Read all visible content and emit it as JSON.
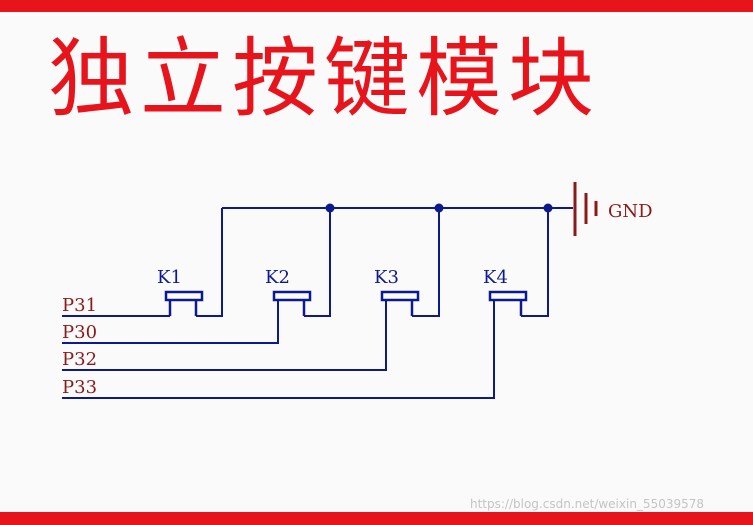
{
  "title": "独立按键模块",
  "ground": {
    "label": "GND"
  },
  "switches": [
    {
      "label": "K1"
    },
    {
      "label": "K2"
    },
    {
      "label": "K3"
    },
    {
      "label": "K4"
    }
  ],
  "nets": [
    {
      "label": "P31"
    },
    {
      "label": "P30"
    },
    {
      "label": "P32"
    },
    {
      "label": "P33"
    }
  ],
  "watermark": "https://blog.csdn.net/weixin_55039578",
  "colors": {
    "border": "#e8141c",
    "title": "#e8141c",
    "wire": "#0d1a8c",
    "label": "#8b1a1a"
  }
}
